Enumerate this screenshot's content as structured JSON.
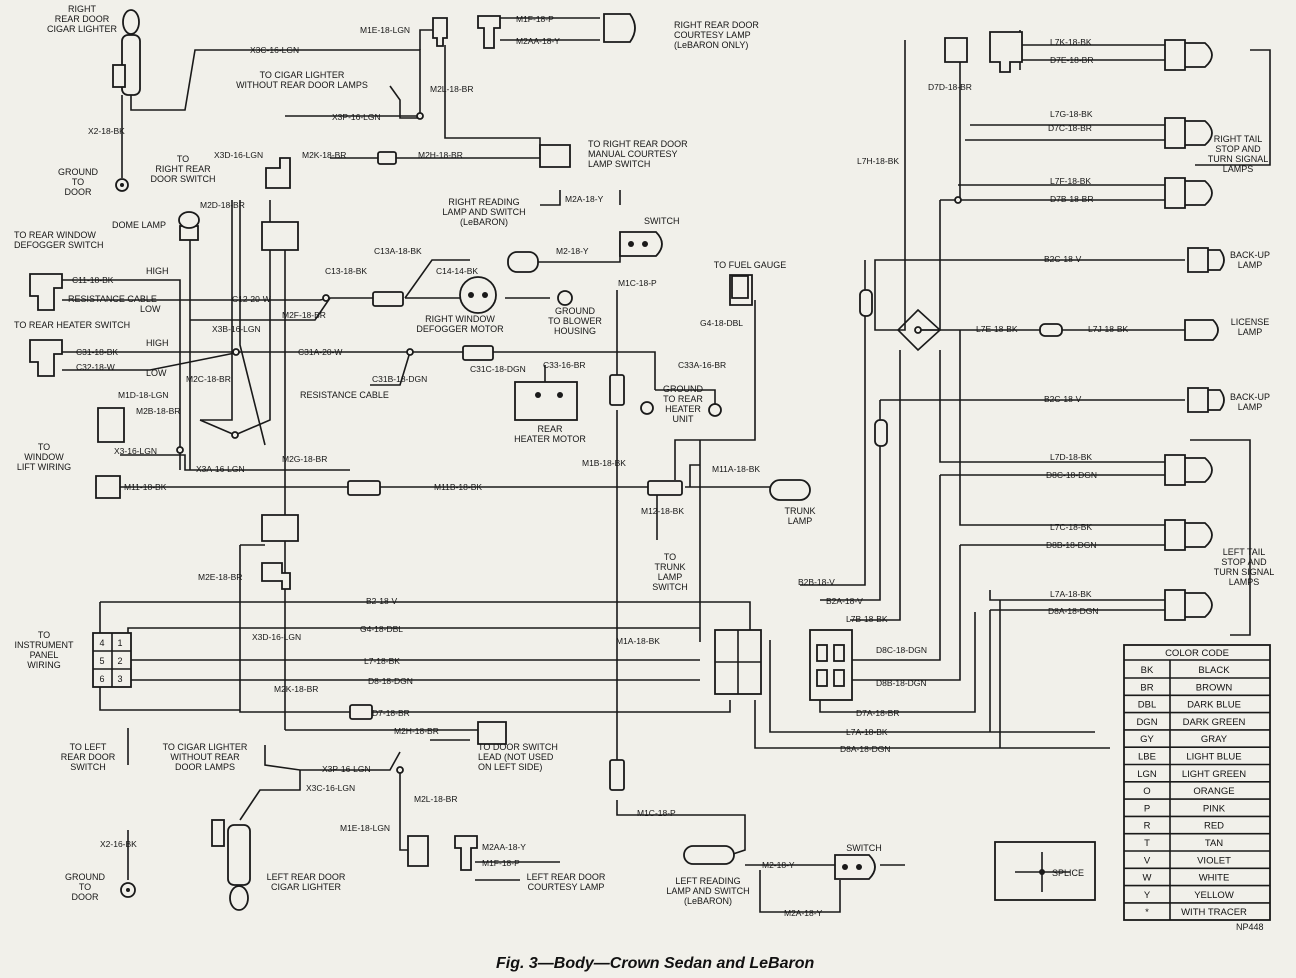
{
  "figure": {
    "caption": "Fig. 3—Body—Crown Sedan and LeBaron",
    "ref_code": "NP448"
  },
  "components": {
    "right_cigar": "RIGHT REAR DOOR CIGAR LIGHTER",
    "ground_to_door_top": "GROUND TO DOOR",
    "to_cigar_top": "TO CIGAR LIGHTER WITHOUT REAR DOOR LAMPS",
    "to_right_door_switch": "TO RIGHT REAR DOOR SWITCH",
    "dome_lamp": "DOME LAMP",
    "right_courtesy": "RIGHT REAR DOOR COURTESY LAMP (LeBARON ONLY)",
    "right_manual_switch": "TO RIGHT REAR DOOR MANUAL COURTESY LAMP SWITCH",
    "right_reading": "RIGHT READING LAMP AND SWITCH (LeBARON)",
    "switch_top": "SWITCH",
    "rear_window_defogger": "TO REAR WINDOW DEFOGGER SWITCH",
    "high1": "HIGH",
    "low1": "LOW",
    "resistance_cable1": "RESISTANCE CABLE",
    "rear_heater_switch": "TO REAR HEATER SWITCH",
    "high2": "HIGH",
    "low2": "LOW",
    "resistance_cable2": "RESISTANCE CABLE",
    "defogger_motor": "RIGHT WINDOW DEFOGGER MOTOR",
    "ground_blower": "GROUND TO BLOWER HOUSING",
    "rear_heater_motor": "REAR HEATER MOTOR",
    "ground_heater": "GROUND TO REAR HEATER UNIT",
    "to_fuel_gauge": "TO FUEL GAUGE",
    "window_lift": "TO WINDOW LIFT WIRING",
    "trunk_lamp": "TRUNK LAMP",
    "trunk_switch": "TO TRUNK LAMP SWITCH",
    "instrument_panel": "TO INSTRUMENT PANEL WIRING",
    "to_left_door_switch": "TO LEFT REAR DOOR SWITCH",
    "to_cigar_bottom": "TO CIGAR LIGHTER WITHOUT REAR DOOR LAMPS",
    "door_switch_lead": "TO DOOR SWITCH LEAD (NOT USED ON LEFT SIDE)",
    "ground_to_door_bottom": "GROUND TO DOOR",
    "left_cigar": "LEFT REAR DOOR CIGAR LIGHTER",
    "left_courtesy": "LEFT REAR DOOR COURTESY LAMP",
    "left_reading": "LEFT READING LAMP AND SWITCH (LeBARON)",
    "switch_bottom": "SWITCH",
    "right_tail": "RIGHT TAIL STOP AND TURN SIGNAL LAMPS",
    "backup1": "BACK-UP LAMP",
    "license": "LICENSE LAMP",
    "backup2": "BACK-UP LAMP",
    "left_tail": "LEFT TAIL STOP AND TURN SIGNAL LAMPS",
    "splice": "SPLICE"
  },
  "pins": [
    "4",
    "1",
    "5",
    "2",
    "6",
    "3"
  ],
  "wires": [
    "X3C-16-LGN",
    "M1E-18-LGN",
    "M1F-18-P",
    "M2AA-18-Y",
    "X2-18-BK",
    "M2L-18-BR",
    "X3P-16-LGN",
    "X3D-16-LGN",
    "M2K-18-BR",
    "M2H-18-BR",
    "M2D-18-BR",
    "M2A-18-Y",
    "C11-18-BK",
    "C13A-18-BK",
    "C13-18-BK",
    "C14-14-BK",
    "M2-18-Y",
    "C12-20-W",
    "M2F-18-BR",
    "X3B-16-LGN",
    "M1C-18-P",
    "C31-18-BK",
    "C32-18-W",
    "C31A-20-W",
    "C31B-18-DGN",
    "C33-16-BR",
    "C33A-16-BR",
    "C31C-18-DGN",
    "M1D-18-LGN",
    "M2C-18-BR",
    "M2B-18-BR",
    "G4-18-DBL",
    "X3-16-LGN",
    "X3A-16-LGN",
    "M2G-18-BR",
    "M1B-18-BK",
    "M11-18-BK",
    "M11B-18-BK",
    "M11A-18-BK",
    "M12-18-BK",
    "M2E-18-BR",
    "B2-18-V",
    "G4-18-DBL",
    "M1A-18-BK",
    "X3D-16-LGN",
    "L7-18-BK",
    "D8-18-DGN",
    "M2K-18-BR",
    "D7-18-BR",
    "M2H-18-BR",
    "X3P-16-LGN",
    "X3C-16-LGN",
    "M2L-18-BR",
    "M1E-18-LGN",
    "X2-16-BK",
    "M2AA-18-Y",
    "M1F-18-P",
    "M1C-18-P",
    "M2-18-Y",
    "M2A-18-Y",
    "L7K-18-BK",
    "D7E-18-BR",
    "D7D-18-BR",
    "L7G-18-BK",
    "D7C-18-BR",
    "L7H-18-BK",
    "L7F-18-BK",
    "D7B-18-BR",
    "B2C-18-V",
    "L7E-18-BK",
    "L7J-18-BK",
    "B2C-18-V",
    "L7D-18-BK",
    "D8C-18-DGN",
    "L7C-18-BK",
    "D8B-18-DGN",
    "B2B-18-V",
    "B2A-18-V",
    "L7B-18-BK",
    "L7A-18-BK",
    "D8A-18-DGN",
    "D8C-18-DGN",
    "D8B-18-DGN",
    "D7A-18-BR",
    "L7A-18-BK",
    "D8A-18-DGN"
  ],
  "color_code": {
    "title": "COLOR CODE",
    "rows": [
      [
        "BK",
        "BLACK"
      ],
      [
        "BR",
        "BROWN"
      ],
      [
        "DBL",
        "DARK BLUE"
      ],
      [
        "DGN",
        "DARK GREEN"
      ],
      [
        "GY",
        "GRAY"
      ],
      [
        "LBE",
        "LIGHT BLUE"
      ],
      [
        "LGN",
        "LIGHT GREEN"
      ],
      [
        "O",
        "ORANGE"
      ],
      [
        "P",
        "PINK"
      ],
      [
        "R",
        "RED"
      ],
      [
        "T",
        "TAN"
      ],
      [
        "V",
        "VIOLET"
      ],
      [
        "W",
        "WHITE"
      ],
      [
        "Y",
        "YELLOW"
      ],
      [
        "*",
        "WITH TRACER"
      ]
    ]
  }
}
